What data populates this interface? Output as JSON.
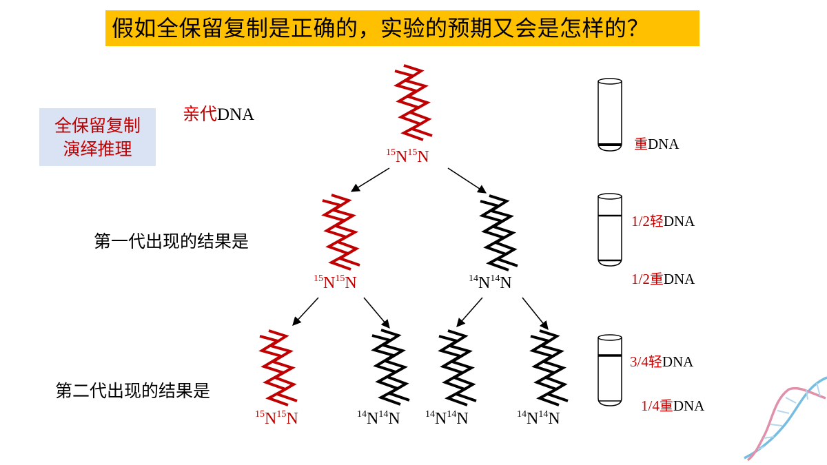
{
  "title": "假如全保留复制是正确的，实验的预期又会是怎样的？",
  "method_box": {
    "line1": "全保留复制",
    "line2": "演绎推理"
  },
  "parent": {
    "label_cn": "亲代",
    "label_en": "DNA",
    "mass": "15",
    "n1": "N",
    "mass2": "15",
    "n2": "N"
  },
  "gen1": {
    "label": "第一代出现的结果是"
  },
  "gen2": {
    "label": "第二代出现的结果是"
  },
  "strands": {
    "g1_left": {
      "mass": "15",
      "n1": "N",
      "mass2": "15",
      "n2": "N"
    },
    "g1_right": {
      "mass": "14",
      "n1": "N",
      "mass2": "14",
      "n2": "N"
    },
    "g2_1": {
      "mass": "15",
      "n1": "N",
      "mass2": "15",
      "n2": "N"
    },
    "g2_2": {
      "mass": "14",
      "n1": "N",
      "mass2": "14",
      "n2": "N"
    },
    "g2_3": {
      "mass": "14",
      "n1": "N",
      "mass2": "14",
      "n2": "N"
    },
    "g2_4": {
      "mass": "14",
      "n1": "N",
      "mass2": "14",
      "n2": "N"
    }
  },
  "tubes": {
    "t1": {
      "band1_frac": "",
      "band1_cn": "重",
      "band1_en": "DNA"
    },
    "t2": {
      "band1_frac": "1/2",
      "band1_cn": "轻",
      "band1_en": "DNA",
      "band2_frac": "1/2",
      "band2_cn": "重",
      "band2_en": "DNA"
    },
    "t3": {
      "band1_frac": "3/4",
      "band1_cn": "轻",
      "band1_en": "DNA",
      "band2_frac": "1/4",
      "band2_cn": "重",
      "band2_en": "DNA"
    }
  },
  "colors": {
    "heavy": "#c00000",
    "light": "#000000",
    "title_bg": "#ffc000",
    "method_bg": "#dae3f3",
    "helix_pink": "#d66b8c",
    "helix_blue": "#4aa8d8"
  }
}
